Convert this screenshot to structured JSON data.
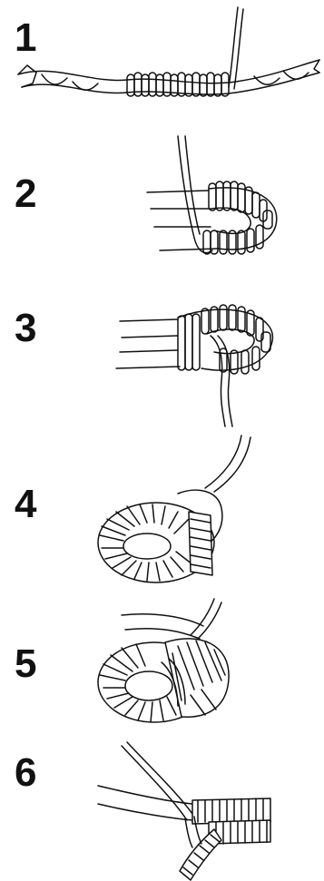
{
  "steps": [
    {
      "number": "1",
      "illustration": "rope-with-whipping-icon"
    },
    {
      "number": "2",
      "illustration": "cord-loop-start-icon"
    },
    {
      "number": "3",
      "illustration": "cord-loop-wrapped-icon"
    },
    {
      "number": "4",
      "illustration": "coiled-ring-icon"
    },
    {
      "number": "5",
      "illustration": "ring-tucked-ends-icon"
    },
    {
      "number": "6",
      "illustration": "finished-splice-icon"
    }
  ],
  "colors": {
    "ink": "#111111",
    "background": "#ffffff"
  }
}
